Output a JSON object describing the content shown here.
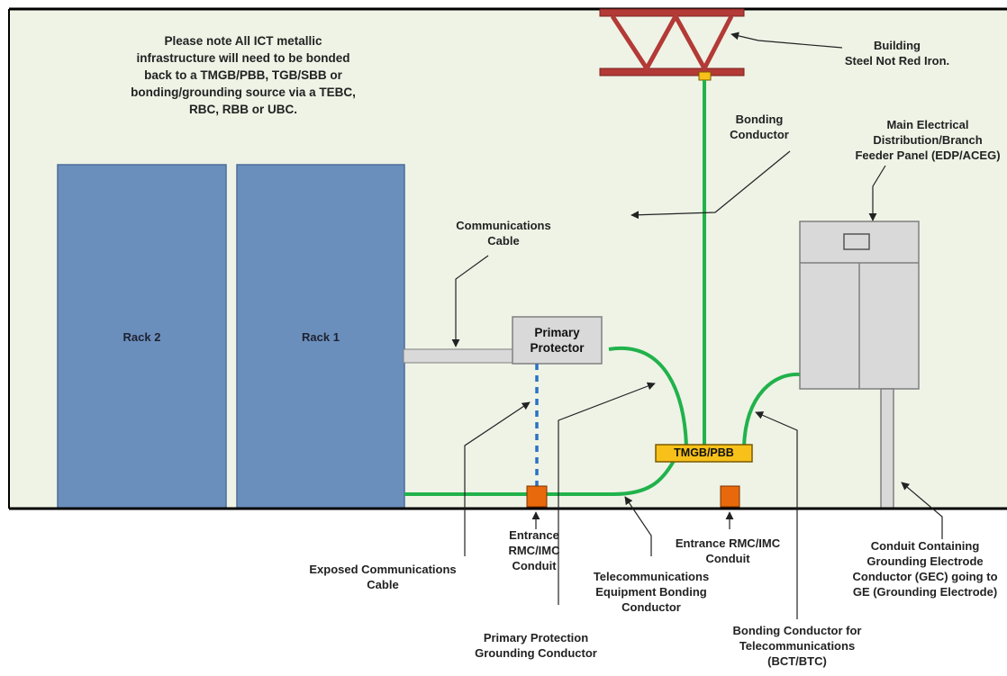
{
  "colors": {
    "room_fill": "#eef3e6",
    "rack_fill": "#6b8fbd",
    "rack_stroke": "#4d6e99",
    "green_conductor": "#21b24b",
    "dashed_blue": "#2b72c4",
    "orange_conduit": "#e8690b",
    "tmgb_fill": "#f7c11a",
    "steel_red": "#b33a36",
    "gray_box": "#d9d9d9",
    "text": "#222222"
  },
  "note": {
    "text": "Please note All ICT metallic\ninfrastructure will need to be bonded\nback to a TMGB/PBB, TGB/SBB or\nbonding/grounding source via a TEBC,\nRBC, RBB or UBC."
  },
  "racks": [
    {
      "label": "Rack 2"
    },
    {
      "label": "Rack 1"
    }
  ],
  "primary_protector": {
    "label": "Primary\nProtector"
  },
  "tmgb": {
    "label": "TMGB/PBB"
  },
  "labels": {
    "building_steel": "Building\nSteel Not Red Iron.",
    "bonding_conductor": "Bonding\nConductor",
    "main_electrical": "Main Electrical\nDistribution/Branch\nFeeder Panel (EDP/ACEG)",
    "communications_cable": "Communications\nCable",
    "entrance_rmc_left": "Entrance\nRMC/IMC\nConduit",
    "entrance_rmc_right": "Entrance RMC/IMC\nConduit",
    "exposed_cable": "Exposed Communications\nCable",
    "tebc": "Telecommunications\nEquipment Bonding\nConductor",
    "primary_protection_gc": "Primary Protection\nGrounding Conductor",
    "bct": "Bonding Conductor for\nTelecommunications\n(BCT/BTC)",
    "gec_conduit": "Conduit Containing\nGrounding Electrode\nConductor (GEC) going to\nGE (Grounding Electrode)"
  }
}
